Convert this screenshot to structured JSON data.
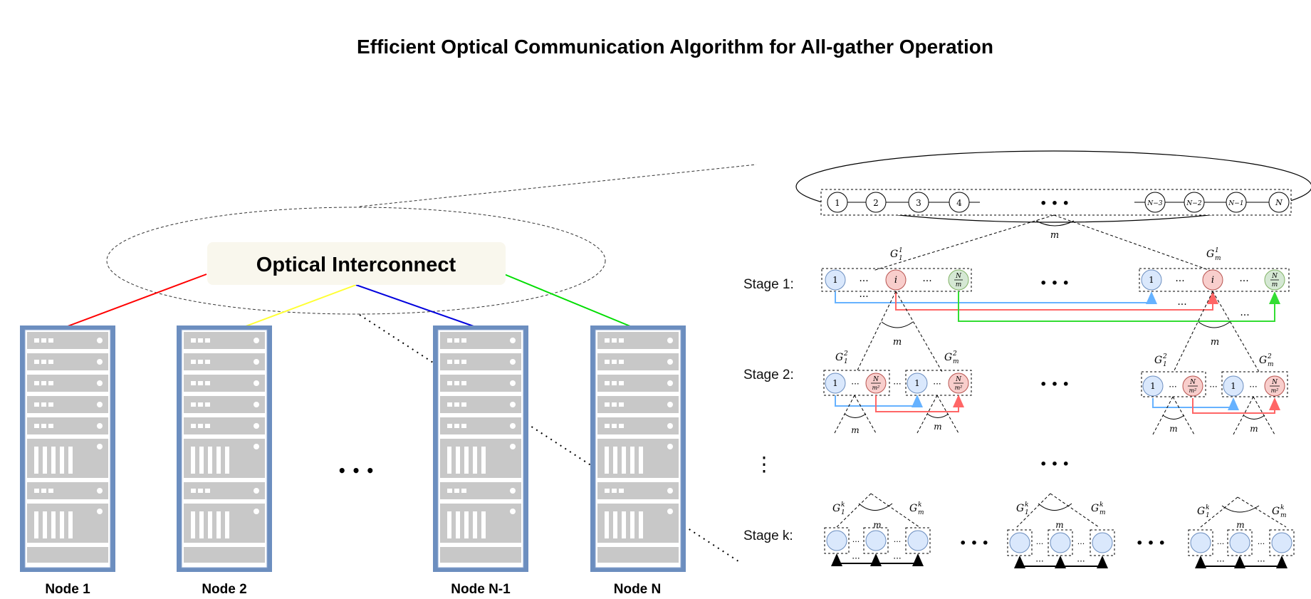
{
  "title": "Efficient Optical Communication Algorithm for All-gather Operation",
  "interconnect": {
    "label": "Optical Interconnect"
  },
  "nodes": [
    "Node 1",
    "Node 2",
    "Node N-1",
    "Node N"
  ],
  "link_colors": {
    "node1": "#ff0000",
    "node2": "#ffff33",
    "node3": "#0000dd",
    "node4": "#00dd00"
  },
  "ring": {
    "left": [
      "1",
      "2",
      "3",
      "4"
    ],
    "right": [
      "N−3",
      "N−2",
      "N−1",
      "N"
    ],
    "ellipsis": "• • •",
    "m": "m"
  },
  "stages": {
    "stage1": "Stage 1:",
    "stage2": "Stage 2:",
    "vdots": "⋮",
    "stagek": "Stage k:"
  },
  "groups": {
    "g1_1": "G",
    "g1_1_sub": "1",
    "g1_1_sup": "1",
    "gm_1": "G",
    "gm_1_sub": "m",
    "gm_1_sup": "1",
    "g1_2": "G",
    "g1_2_sub": "1",
    "g1_2_sup": "2",
    "gm_2": "G",
    "gm_2_sub": "m",
    "gm_2_sup": "2",
    "g1_k": "G",
    "g1_k_sub": "1",
    "g1_k_sup": "k",
    "gm_k": "G",
    "gm_k_sub": "m",
    "gm_k_sup": "k"
  },
  "circle_labels": {
    "one": "1",
    "i": "i",
    "N": "N",
    "m": "m",
    "m2": "m²"
  },
  "small_dots": "···",
  "big_dots": "• • •",
  "colors": {
    "blue_fill": "#dae8fc",
    "blue_stroke": "#6c8ebf",
    "red_fill": "#f8cecc",
    "red_stroke": "#b85450",
    "green_fill": "#d5e8d4",
    "green_stroke": "#82b366",
    "arrow_blue": "#66b2ff",
    "arrow_red": "#ff6666",
    "arrow_green": "#33dd33",
    "rack_frame": "#6c8ebf",
    "rack_body": "#c8c8c8",
    "interconnect_fill": "#f9f7ed"
  }
}
